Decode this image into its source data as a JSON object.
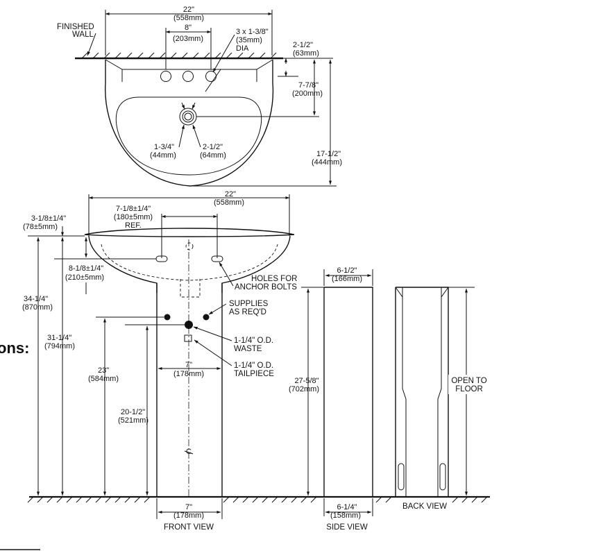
{
  "top_view": {
    "width": "22\"",
    "width_mm": "(558mm)",
    "wall_line1": "FINISHED",
    "wall_line2": "WALL",
    "spread": "8\"",
    "spread_mm": "(203mm)",
    "holes1": "3 x 1-3/8\"",
    "holes2": "(35mm)",
    "holes3": "DIA",
    "wall_gap": "2-1/2\"",
    "wall_gap_mm": "(63mm)",
    "drain_dist": "7-7/8\"",
    "drain_dist_mm": "(200mm)",
    "depth": "17-1/2\"",
    "depth_mm": "(444mm)",
    "drain_a": "1-3/4\"",
    "drain_a_mm": "(44mm)",
    "drain_b": "2-1/2\"",
    "drain_b_mm": "(64mm)"
  },
  "front_view": {
    "width": "22\"",
    "width_mm": "(558mm)",
    "anchor_spread": "7-1/8±1/4\"",
    "anchor_spread_mm": "(180±5mm)",
    "ref": "REF.",
    "rim_height": "3-1/8±1/4\"",
    "rim_height_mm": "(78±5mm)",
    "anchor_drop": "8-1/8±1/4\"",
    "anchor_drop_mm": "(210±5mm)",
    "anchor_label1": "HOLES FOR",
    "anchor_label2": "ANCHOR BOLTS",
    "supply_label1": "SUPPLIES",
    "supply_label2": "AS REQ'D",
    "waste1": "1-1/4\" O.D.",
    "waste2": "WASTE",
    "tail1": "1-1/4\" O.D.",
    "tail2": "TAILPIECE",
    "overall_height": "34-1/4\"",
    "overall_height_mm": "(870mm)",
    "rim_floor": "31-1/4\"",
    "rim_floor_mm": "(794mm)",
    "supply_height": "23\"",
    "supply_height_mm": "(584mm)",
    "waste_height": "20-1/2\"",
    "waste_height_mm": "(521mm)",
    "pedestal_top": "7\"",
    "pedestal_top_mm": "(178mm)",
    "pedestal_base": "7\"",
    "pedestal_base_mm": "(178mm)",
    "centerline": "C",
    "caption": "FRONT VIEW"
  },
  "side_view": {
    "top_width": "6-1/2\"",
    "top_width_mm": "(166mm)",
    "height": "27-5/8\"",
    "height_mm": "(702mm)",
    "base_width": "6-1/4\"",
    "base_width_mm": "(158mm)",
    "caption": "SIDE VIEW"
  },
  "back_view": {
    "open1": "OPEN TO",
    "open2": "FLOOR",
    "caption": "BACK VIEW"
  },
  "cropped_heading": "ons:"
}
